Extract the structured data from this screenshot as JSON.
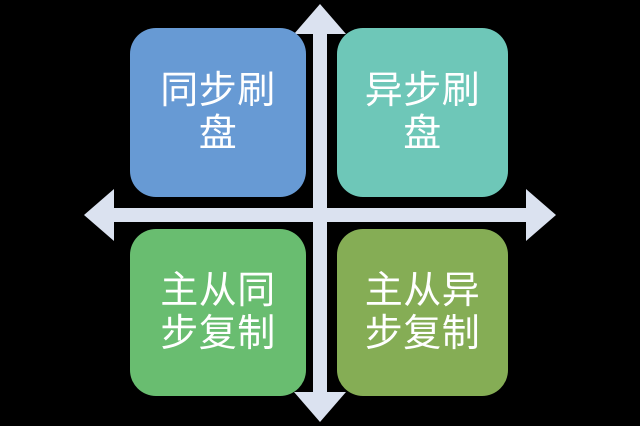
{
  "diagram": {
    "title": "Quadrant diagram of persistence and replication modes",
    "background_color": "#000000",
    "axis": {
      "color": "#dbe2f0",
      "name": "cross-axis",
      "arrows": [
        "up",
        "down",
        "left",
        "right"
      ],
      "bar_thickness_px": 14
    },
    "quadrants": [
      {
        "id": "top-left",
        "label": "同步刷盘",
        "color": "#679ad4",
        "text_color": "#ffffff"
      },
      {
        "id": "top-right",
        "label": "异步刷盘",
        "color": "#6ec7b8",
        "text_color": "#ffffff"
      },
      {
        "id": "bottom-left",
        "label": "主从同步复制",
        "color": "#69bd70",
        "text_color": "#ffffff"
      },
      {
        "id": "bottom-right",
        "label": "主从异步复制",
        "color": "#85ad55",
        "text_color": "#ffffff"
      }
    ]
  }
}
